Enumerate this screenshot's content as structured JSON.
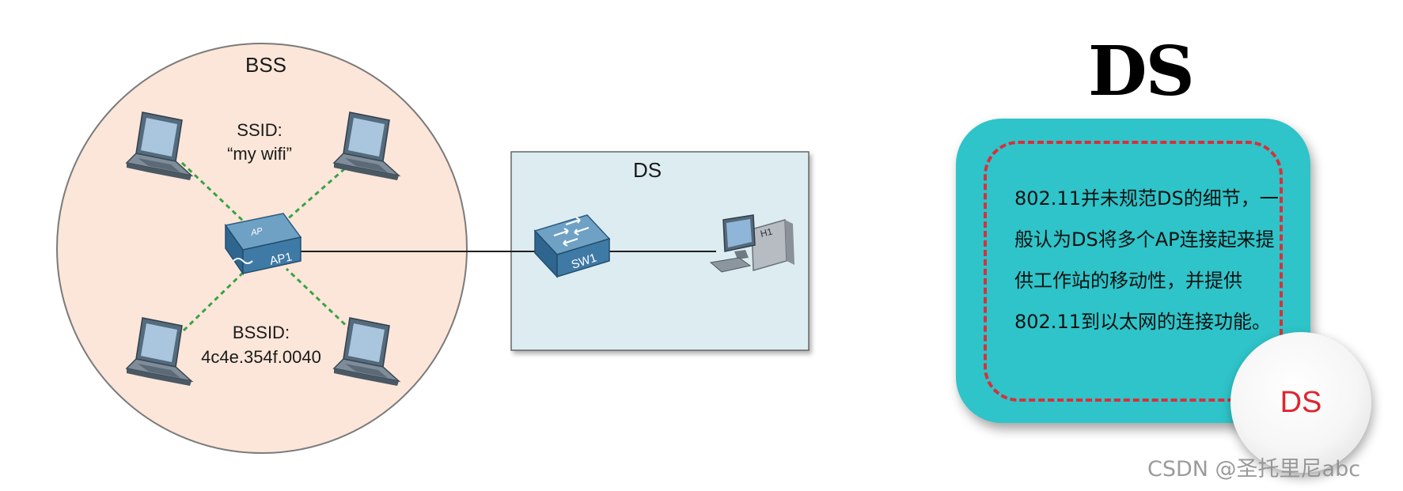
{
  "bss": {
    "title": "BSS",
    "ssid_label": "SSID:",
    "ssid_value": "“my wifi”",
    "bssid_label": "BSSID:",
    "bssid_value": "4c4e.354f.0040"
  },
  "ds_network": {
    "title": "DS",
    "ap": {
      "top_label": "AP",
      "name": "AP1"
    },
    "switch": {
      "name": "SW1"
    },
    "host": {
      "name": "H1"
    }
  },
  "info_panel": {
    "title": "DS",
    "text": "802.11并未规范DS的细节，一般认为DS将多个AP连接起来提供工作站的移动性，并提供802.11到以太网的连接功能。",
    "badge": "DS"
  },
  "watermark": "CSDN @圣托里尼abc",
  "colors": {
    "bss_fill": "#fbe6d9",
    "ds_fill": "#dcecf1",
    "callout_fill": "#2ec4c9",
    "callout_dash": "#d8303a",
    "wireless_link": "#3aa346",
    "badge_text": "#e0242f"
  },
  "icons": [
    "laptop-icon",
    "access-point-icon",
    "switch-icon",
    "desktop-computer-icon"
  ]
}
